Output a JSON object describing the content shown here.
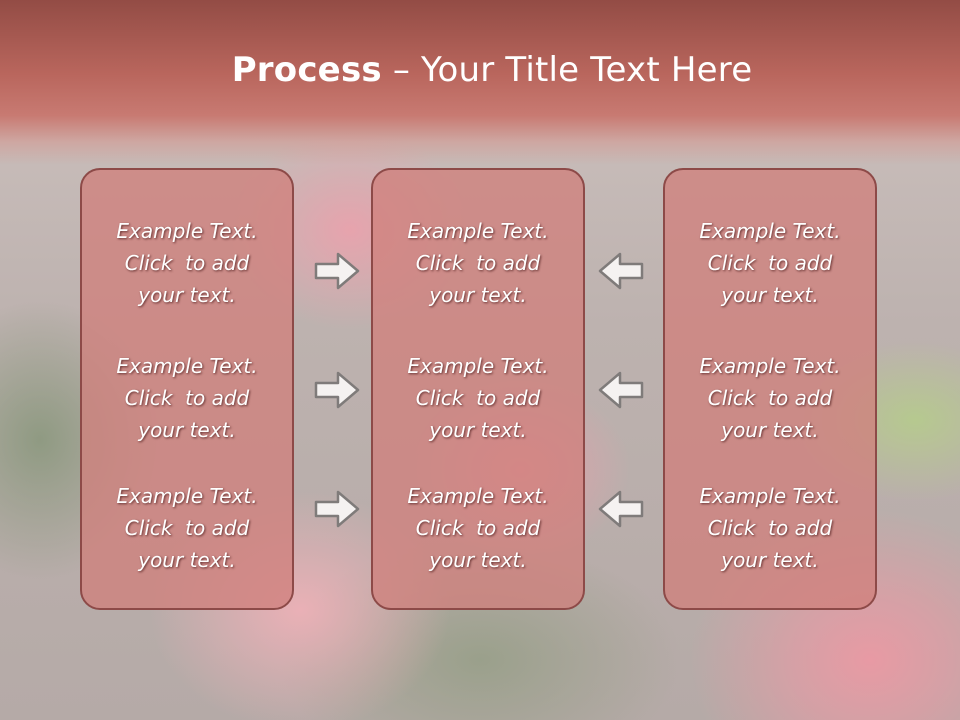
{
  "title": {
    "bold": "Process",
    "rest": " – Your Title Text Here"
  },
  "columns": [
    {
      "items": [
        {
          "line1": "Example Text.",
          "line2": "Click  to add",
          "line3": "your text."
        },
        {
          "line1": "Example Text.",
          "line2": "Click  to add",
          "line3": "your text."
        },
        {
          "line1": "Example Text.",
          "line2": "Click  to add",
          "line3": "your text."
        }
      ]
    },
    {
      "items": [
        {
          "line1": "Example Text.",
          "line2": "Click  to add",
          "line3": "your text."
        },
        {
          "line1": "Example Text.",
          "line2": "Click  to add",
          "line3": "your text."
        },
        {
          "line1": "Example Text.",
          "line2": "Click  to add",
          "line3": "your text."
        }
      ]
    },
    {
      "items": [
        {
          "line1": "Example Text.",
          "line2": "Click  to add",
          "line3": "your text."
        },
        {
          "line1": "Example Text.",
          "line2": "Click  to add",
          "line3": "your text."
        },
        {
          "line1": "Example Text.",
          "line2": "Click  to add",
          "line3": "your text."
        }
      ]
    }
  ],
  "arrows": {
    "left_group": "arrow-right-icon",
    "right_group": "arrow-left-icon"
  },
  "colors": {
    "header": "#b9665d",
    "box_fill": "#d0807c",
    "box_border": "#8d4a48",
    "text": "#ffffff"
  }
}
